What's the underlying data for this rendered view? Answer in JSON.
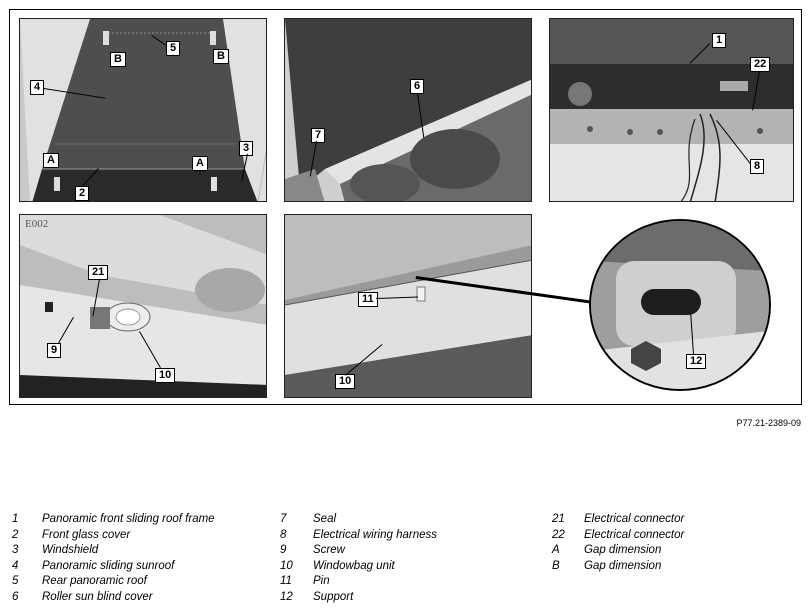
{
  "callouts": {
    "p1": [
      "B",
      "5",
      "B",
      "4",
      "A",
      "3",
      "A",
      "2"
    ],
    "p2": [
      "6",
      "7"
    ],
    "p3": [
      "1",
      "22",
      "8"
    ],
    "p4": [
      "21",
      "9",
      "10"
    ],
    "p5": [
      "11",
      "10"
    ],
    "p6": [
      "12"
    ],
    "p5_stamp": "E002"
  },
  "figure_code": "P77.21-2389-09",
  "legend": {
    "col1": [
      {
        "num": "1",
        "text": "Panoramic front sliding roof frame"
      },
      {
        "num": "2",
        "text": "Front glass cover"
      },
      {
        "num": "3",
        "text": "Windshield"
      },
      {
        "num": "4",
        "text": "Panoramic sliding sunroof"
      },
      {
        "num": "5",
        "text": "Rear panoramic roof"
      },
      {
        "num": "6",
        "text": "Roller sun blind cover"
      }
    ],
    "col2": [
      {
        "num": "7",
        "text": "Seal"
      },
      {
        "num": "8",
        "text": "Electrical wiring harness"
      },
      {
        "num": "9",
        "text": "Screw"
      },
      {
        "num": "10",
        "text": "Windowbag unit"
      },
      {
        "num": "11",
        "text": "Pin"
      },
      {
        "num": "12",
        "text": "Support"
      }
    ],
    "col3": [
      {
        "num": "21",
        "text": "Electrical connector"
      },
      {
        "num": "22",
        "text": "Electrical connector"
      },
      {
        "num": "A",
        "text": "Gap dimension"
      },
      {
        "num": "B",
        "text": "Gap dimension"
      }
    ]
  }
}
